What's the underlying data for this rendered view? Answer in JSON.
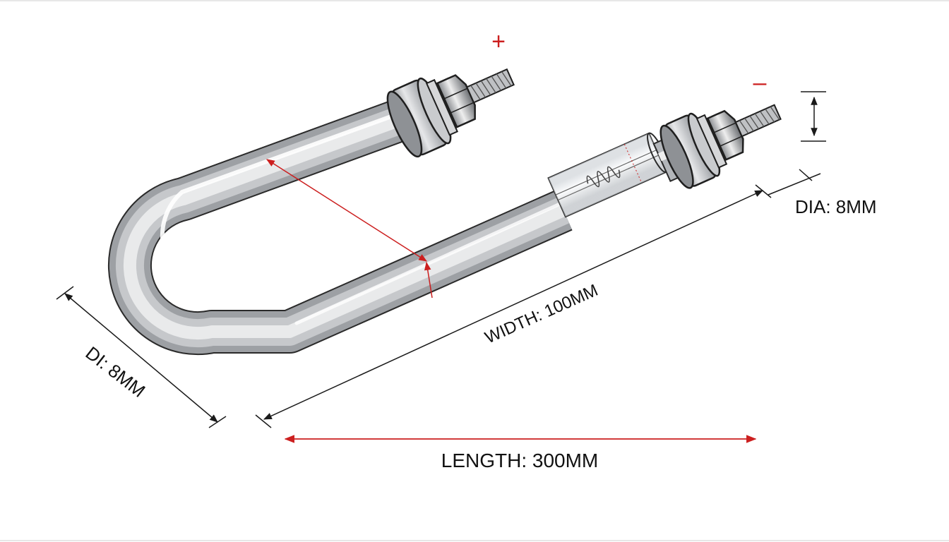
{
  "labels": {
    "positive": "+",
    "negative": "–",
    "dia": "DIA: 8MM",
    "width": "WIDTH: 100MM",
    "di": "DI: 8MM",
    "length": "LENGTH: 300MM"
  },
  "colors": {
    "accent": "#cc1f1f",
    "line": "#1a1a1a",
    "steel_light": "#f4f4f4",
    "steel_mid": "#b9bcc0",
    "steel_dark": "#6a6d71"
  }
}
